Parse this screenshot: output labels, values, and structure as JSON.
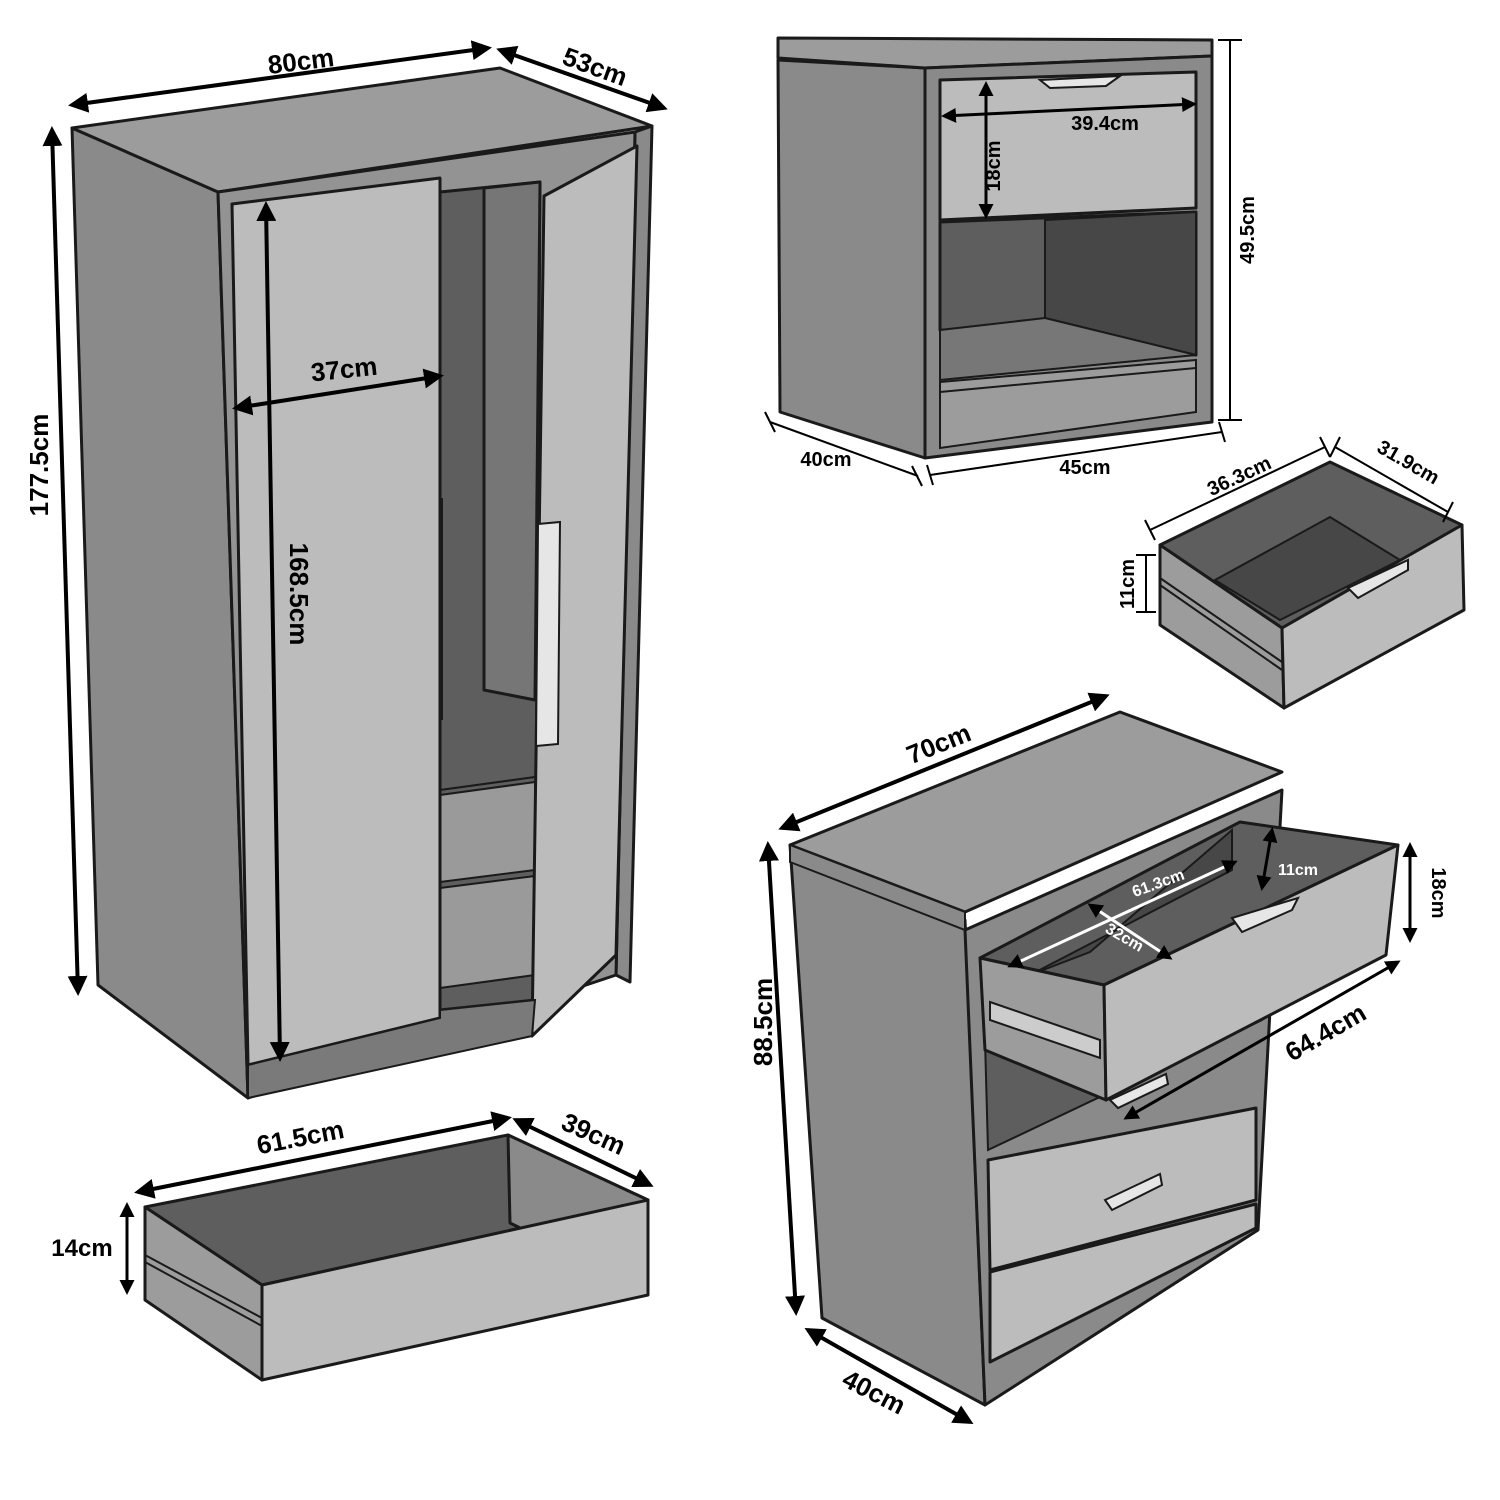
{
  "wardrobe": {
    "width": "80cm",
    "depth": "53cm",
    "height": "177.5cm",
    "door_width": "37cm",
    "door_height": "168.5cm"
  },
  "wardrobe_drawer": {
    "width": "61.5cm",
    "depth": "39cm",
    "height": "14cm"
  },
  "nightstand": {
    "drawer_width": "39.4cm",
    "drawer_height": "18cm",
    "height": "49.5cm",
    "depth": "40cm",
    "width": "45cm"
  },
  "nightstand_drawer": {
    "width": "36.3cm",
    "depth": "31.9cm",
    "height": "11cm"
  },
  "chest": {
    "width": "70cm",
    "height": "88.5cm",
    "depth": "40cm",
    "drawer_front_height": "18cm",
    "drawer_inner_height": "11cm",
    "drawer_inner_width": "61.3cm",
    "drawer_inner_depth": "32cm",
    "drawer_slide_length": "64.4cm"
  },
  "colors": {
    "panel_light": "#a9a9a9",
    "panel_mid": "#8a8a8a",
    "panel_dark": "#5e5e5e",
    "door_face": "#bcbcbc",
    "outline": "#1a1a1a"
  }
}
